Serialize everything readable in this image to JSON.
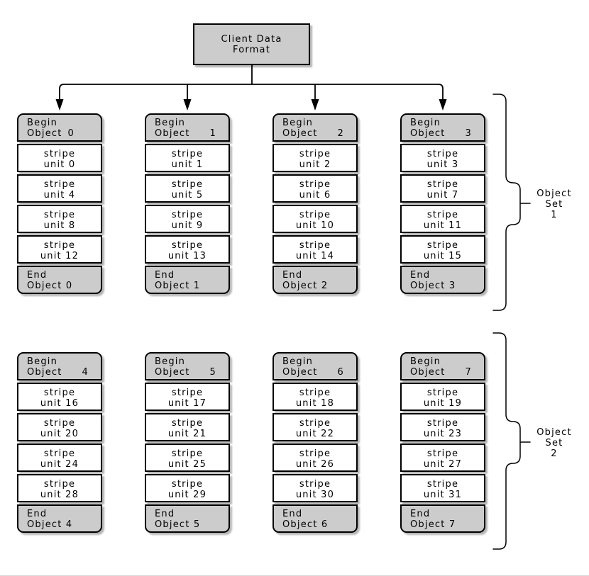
{
  "title": {
    "lines": [
      "Client Data",
      "Format"
    ]
  },
  "colors": {
    "box_fill_gray": "#cccccc",
    "box_fill_white": "#ffffff",
    "border": "#000000",
    "shadow": "#b5b5b5"
  },
  "sets": [
    {
      "brace_label": {
        "lines": [
          "Object",
          "Set",
          "1"
        ]
      },
      "objects": [
        {
          "begin": {
            "line1": "Begin",
            "object": "Object",
            "number": "0",
            "number_spread": false
          },
          "units": [
            {
              "line1": "stripe",
              "line2": "unit 0"
            },
            {
              "line1": "stripe",
              "line2": "unit 4"
            },
            {
              "line1": "stripe",
              "line2": "unit 8"
            },
            {
              "line1": "stripe",
              "line2": "unit 12"
            }
          ],
          "end": {
            "line1": "End",
            "line2": "Object 0"
          }
        },
        {
          "begin": {
            "line1": "Begin",
            "object": "Object",
            "number": "1",
            "number_spread": true
          },
          "units": [
            {
              "line1": "stripe",
              "line2": "unit 1"
            },
            {
              "line1": "stripe",
              "line2": "unit 5"
            },
            {
              "line1": "stripe",
              "line2": "unit 9"
            },
            {
              "line1": "stripe",
              "line2": "unit 13"
            }
          ],
          "end": {
            "line1": "End",
            "line2": "Object 1"
          }
        },
        {
          "begin": {
            "line1": "Begin",
            "object": "Object",
            "number": "2",
            "number_spread": true
          },
          "units": [
            {
              "line1": "stripe",
              "line2": "unit 2"
            },
            {
              "line1": "stripe",
              "line2": "unit 6"
            },
            {
              "line1": "stripe",
              "line2": "unit 10"
            },
            {
              "line1": "stripe",
              "line2": "unit 14"
            }
          ],
          "end": {
            "line1": "End",
            "line2": "Object 2"
          }
        },
        {
          "begin": {
            "line1": "Begin",
            "object": "Object",
            "number": "3",
            "number_spread": true
          },
          "units": [
            {
              "line1": "stripe",
              "line2": "unit 3"
            },
            {
              "line1": "stripe",
              "line2": "unit 7"
            },
            {
              "line1": "stripe",
              "line2": "unit 11"
            },
            {
              "line1": "stripe",
              "line2": "unit 15"
            }
          ],
          "end": {
            "line1": "End",
            "line2": "Object 3"
          }
        }
      ]
    },
    {
      "brace_label": {
        "lines": [
          "Object",
          "Set",
          "2"
        ]
      },
      "objects": [
        {
          "begin": {
            "line1": "Begin",
            "object": "Object",
            "number": "4",
            "number_spread": true
          },
          "units": [
            {
              "line1": "stripe",
              "line2": "unit 16"
            },
            {
              "line1": "stripe",
              "line2": "unit 20"
            },
            {
              "line1": "stripe",
              "line2": "unit 24"
            },
            {
              "line1": "stripe",
              "line2": "unit 28"
            }
          ],
          "end": {
            "line1": "End",
            "line2": "Object 4"
          }
        },
        {
          "begin": {
            "line1": "Begin",
            "object": "Object",
            "number": "5",
            "number_spread": true
          },
          "units": [
            {
              "line1": "stripe",
              "line2": "unit 17"
            },
            {
              "line1": "stripe",
              "line2": "unit 21"
            },
            {
              "line1": "stripe",
              "line2": "unit 25"
            },
            {
              "line1": "stripe",
              "line2": "unit 29"
            }
          ],
          "end": {
            "line1": "End",
            "line2": "Object 5"
          }
        },
        {
          "begin": {
            "line1": "Begin",
            "object": "Object",
            "number": "6",
            "number_spread": true
          },
          "units": [
            {
              "line1": "stripe",
              "line2": "unit 18"
            },
            {
              "line1": "stripe",
              "line2": "unit 22"
            },
            {
              "line1": "stripe",
              "line2": "unit 26"
            },
            {
              "line1": "stripe",
              "line2": "unit 30"
            }
          ],
          "end": {
            "line1": "End",
            "line2": "Object 6"
          }
        },
        {
          "begin": {
            "line1": "Begin",
            "object": "Object",
            "number": "7",
            "number_spread": true
          },
          "units": [
            {
              "line1": "stripe",
              "line2": "unit 19"
            },
            {
              "line1": "stripe",
              "line2": "unit 23"
            },
            {
              "line1": "stripe",
              "line2": "unit 27"
            },
            {
              "line1": "stripe",
              "line2": "unit 31"
            }
          ],
          "end": {
            "line1": "End",
            "line2": "Object 7"
          }
        }
      ]
    }
  ]
}
